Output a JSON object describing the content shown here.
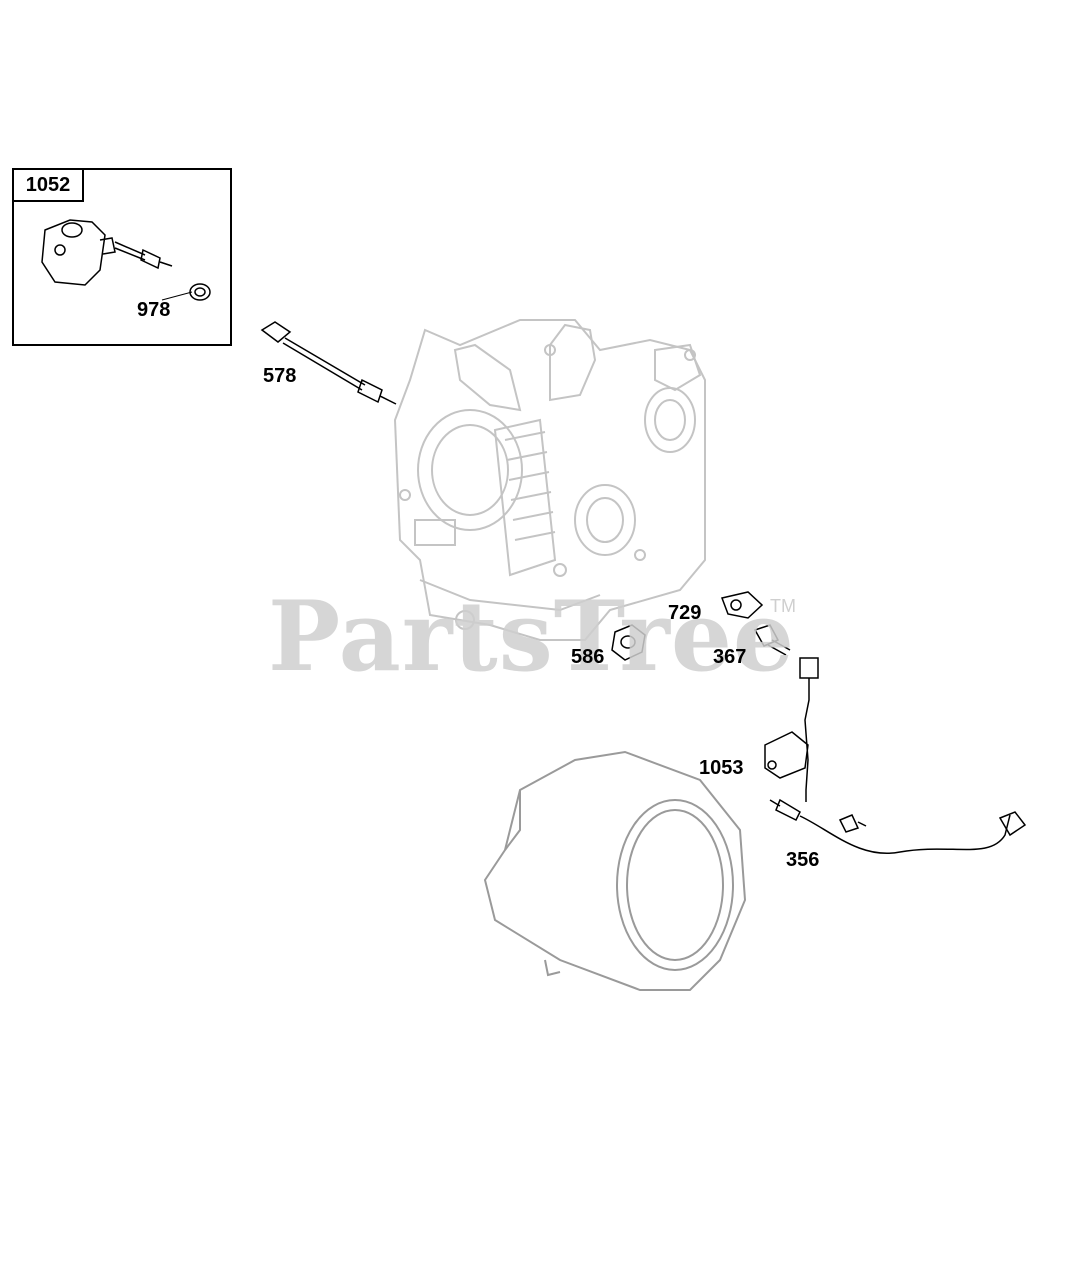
{
  "kit": {
    "label": "1052"
  },
  "callouts": {
    "p978": "978",
    "p578": "578",
    "p729": "729",
    "p586": "586",
    "p367": "367",
    "p1053": "1053",
    "p356": "356"
  },
  "watermark": {
    "text": "PartsTree",
    "tm": "TM"
  },
  "colors": {
    "line": "#000000",
    "faint": "#c8c8c8",
    "watermark": "#cfcfcf",
    "background": "#ffffff"
  }
}
